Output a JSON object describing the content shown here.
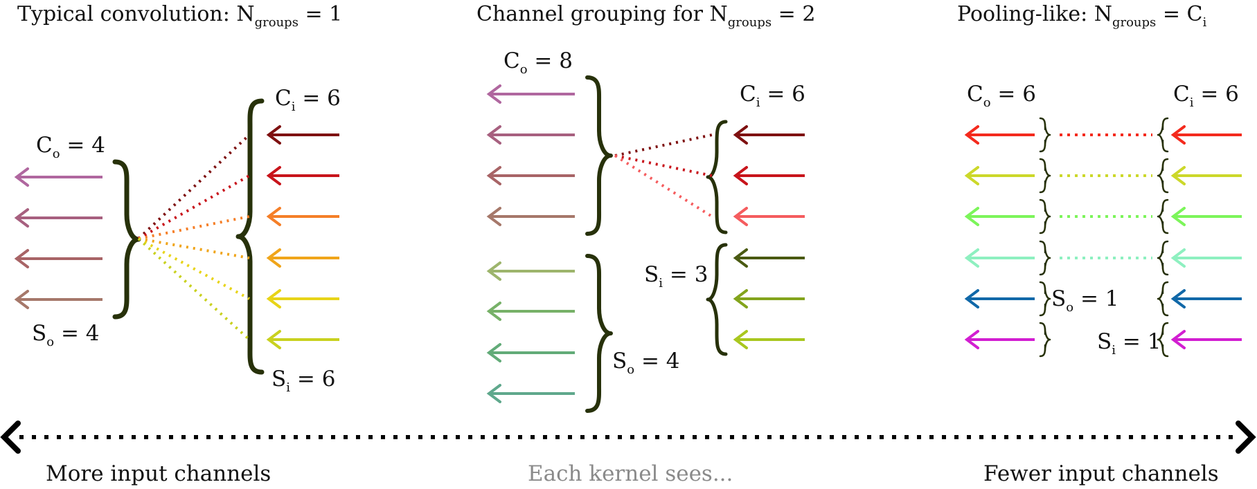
{
  "panels": {
    "typical": {
      "title_main": "Typical convolution: N",
      "title_sub": "groups",
      "title_rest": " = 1",
      "co": {
        "main": "C",
        "sub": "o",
        "rest": " = 4"
      },
      "ci": {
        "main": "C",
        "sub": "i",
        "rest": " = 6"
      },
      "so": {
        "main": "S",
        "sub": "o",
        "rest": " = 4"
      },
      "si": {
        "main": "S",
        "sub": "i",
        "rest": " = 6"
      },
      "output_colors": [
        "#b0679f",
        "#a7607f",
        "#a86466",
        "#a6786a"
      ],
      "input_colors": [
        "#7e1010",
        "#c8141b",
        "#f57f28",
        "#f0a51a",
        "#e8d418",
        "#c9d11f"
      ]
    },
    "grouping": {
      "title_main": "Channel grouping for N",
      "title_sub": "groups",
      "title_rest": " = 2",
      "co": {
        "main": "C",
        "sub": "o",
        "rest": " = 8"
      },
      "ci": {
        "main": "C",
        "sub": "i",
        "rest": " = 6"
      },
      "si": {
        "main": "S",
        "sub": "i",
        "rest": " = 3"
      },
      "so": {
        "main": "S",
        "sub": "o",
        "rest": " = 4"
      },
      "output_colors_top": [
        "#b0679f",
        "#a7607f",
        "#a86466",
        "#a6786a"
      ],
      "output_colors_bottom": [
        "#9db56c",
        "#77b168",
        "#62ab78",
        "#5fa88c"
      ],
      "input_colors_top": [
        "#7e1010",
        "#c8141b",
        "#f55c5e"
      ],
      "input_colors_bottom": [
        "#4a5a12",
        "#83a41c",
        "#a9c71f"
      ]
    },
    "pooling": {
      "title_main": "Pooling-like: N",
      "title_sub": "groups",
      "title_mid": " = C",
      "title_sub2": "i",
      "co": {
        "main": "C",
        "sub": "o",
        "rest": " = 6"
      },
      "ci": {
        "main": "C",
        "sub": "i",
        "rest": " = 6"
      },
      "so": {
        "main": "S",
        "sub": "o",
        "rest": " = 1"
      },
      "si": {
        "main": "S",
        "sub": "i",
        "rest": " = 1"
      },
      "colors": [
        "#f42a1d",
        "#ccd82a",
        "#7cf55a",
        "#8ef0c0",
        "#1068a8",
        "#d21ed1"
      ],
      "dotted_rows": 4
    }
  },
  "spectrum": {
    "left_label": "More input channels",
    "center_label": "Each kernel sees...",
    "right_label": "Fewer input channels",
    "center_color": "#8a8a8a"
  },
  "brace_color": "#27310a"
}
